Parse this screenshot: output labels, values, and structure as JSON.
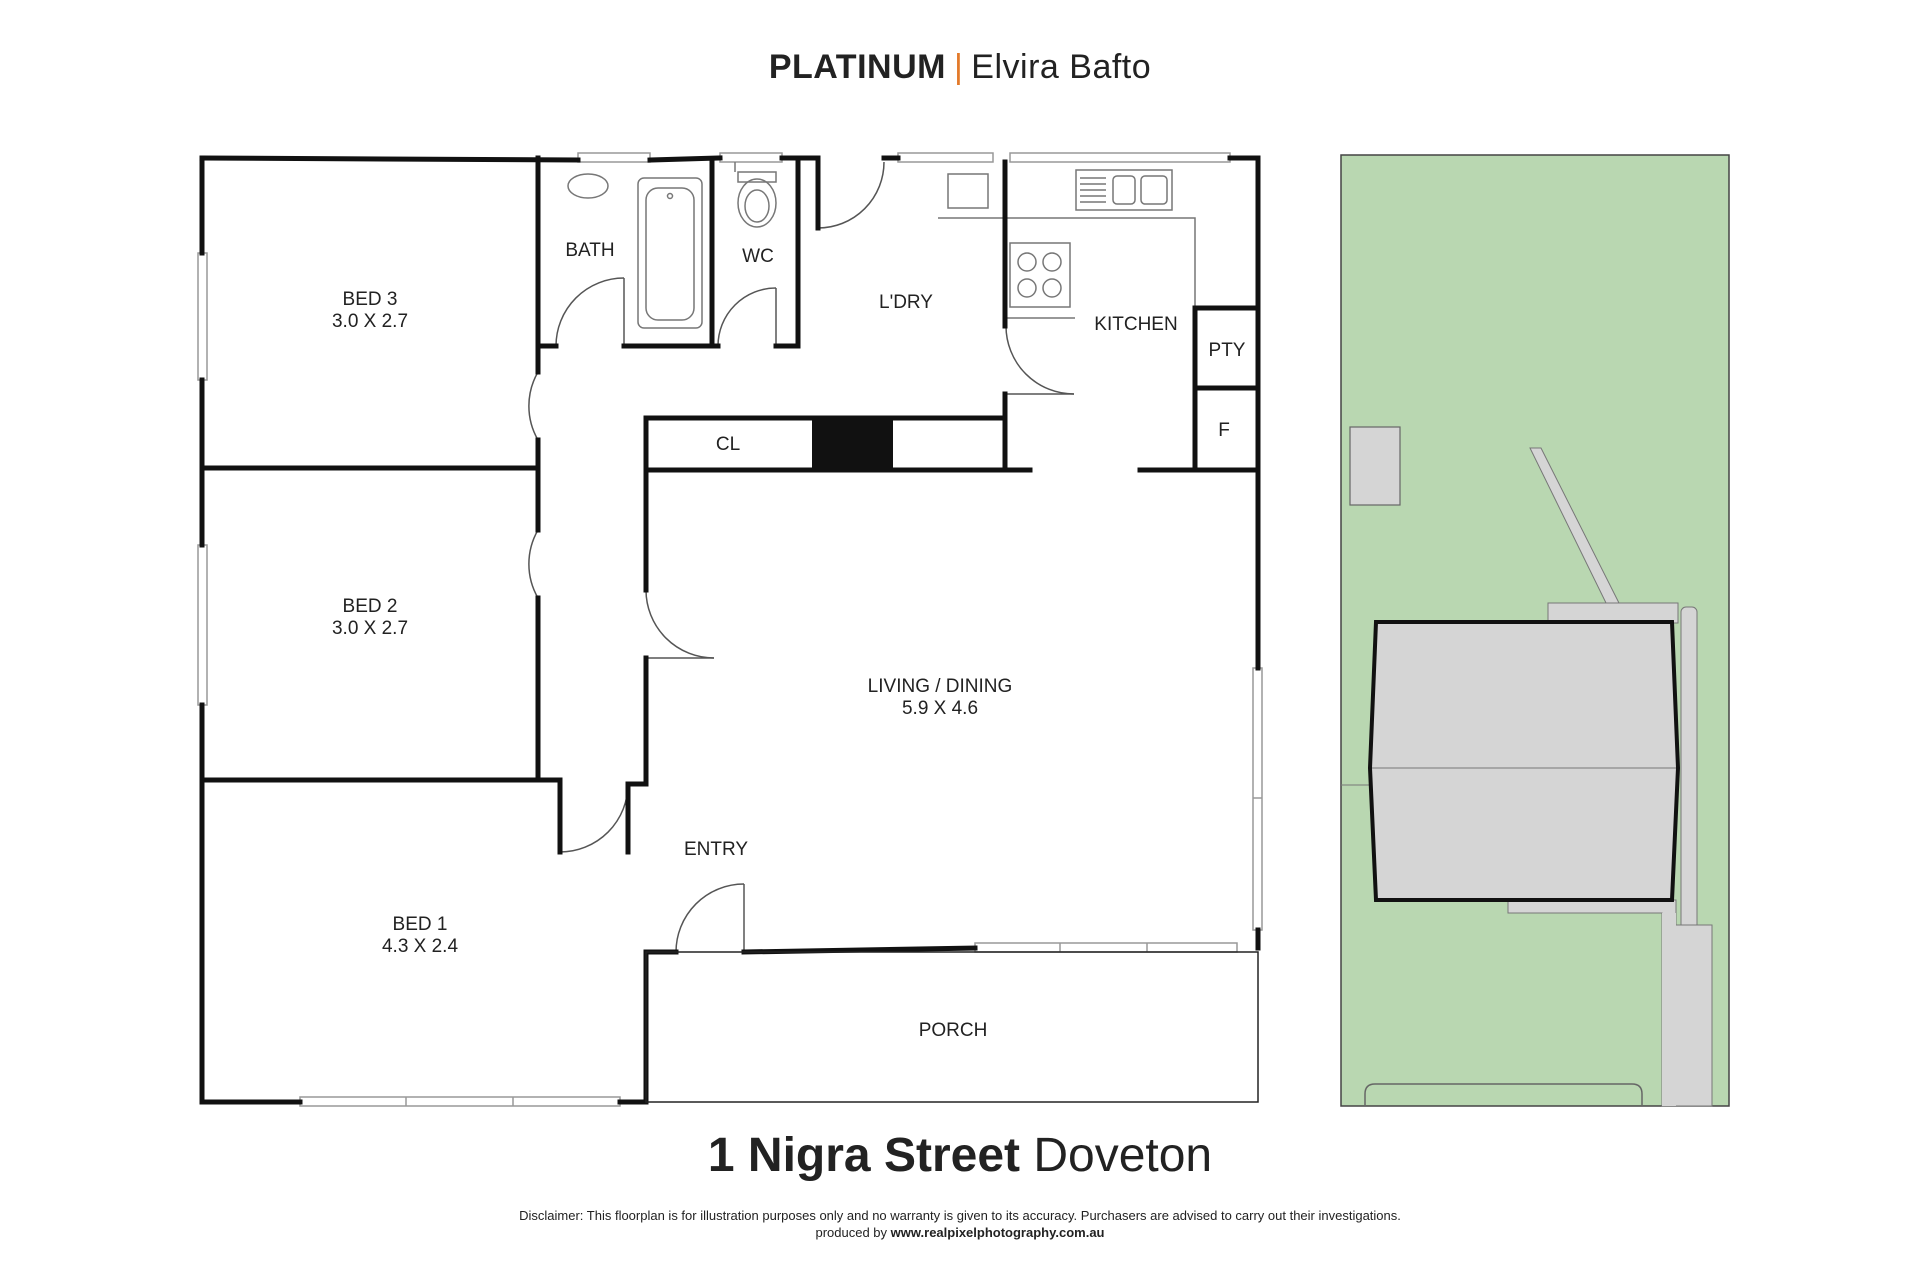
{
  "header": {
    "brand": "PLATINUM",
    "separator": "|",
    "agent": "Elvira Bafto"
  },
  "colors": {
    "accent": "#e37a2a",
    "lawn": "#b9d7b1",
    "roof": "#d5d5d5",
    "wall": "#111111"
  },
  "rooms": {
    "bed3": {
      "name": "BED 3",
      "size": "3.0 X 2.7"
    },
    "bed2": {
      "name": "BED 2",
      "size": "3.0 X 2.7"
    },
    "bed1": {
      "name": "BED 1",
      "size": "4.3 X 2.4"
    },
    "bath": {
      "name": "BATH"
    },
    "wc": {
      "name": "WC"
    },
    "laundry": {
      "name": "L'DRY"
    },
    "kitchen": {
      "name": "KITCHEN"
    },
    "pantry": {
      "name": "PTY"
    },
    "fridge": {
      "name": "F"
    },
    "closet": {
      "name": "CL"
    },
    "living": {
      "name": "LIVING / DINING",
      "size": "5.9 X 4.6"
    },
    "entry": {
      "name": "ENTRY"
    },
    "porch": {
      "name": "PORCH"
    }
  },
  "address": {
    "street": "1 Nigra Street",
    "suburb": "Doveton"
  },
  "footer": {
    "disclaimer": "Disclaimer: This floorplan is for illustration purposes only and no warranty is given to its accuracy. Purchasers are advised to carry out their investigations.",
    "produced_by": "produced by",
    "website": "www.realpixelphotography.com.au"
  }
}
